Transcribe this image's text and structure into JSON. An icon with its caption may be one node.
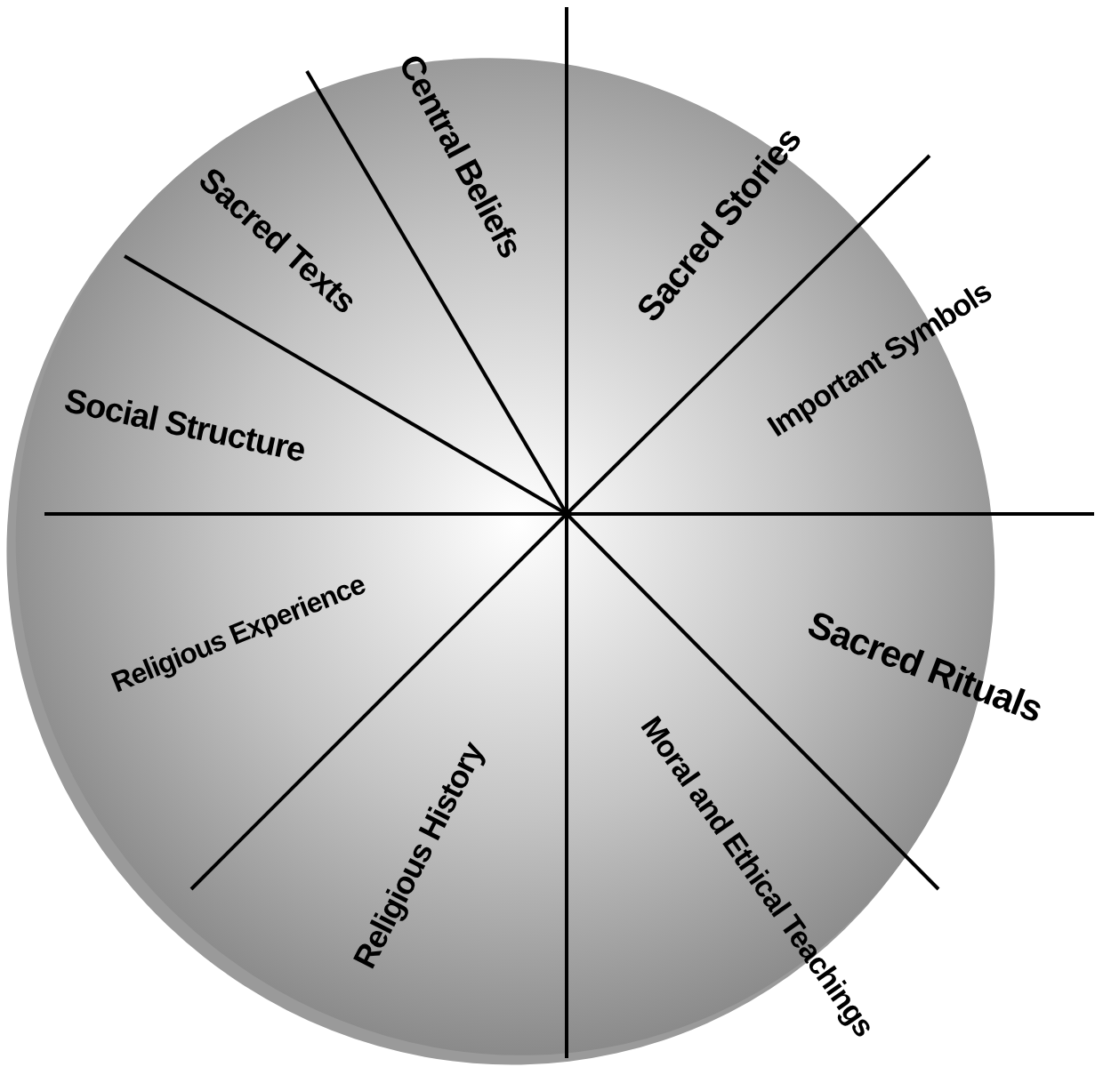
{
  "diagram": {
    "nodes": [
      {
        "text": [
          "Central Beliefs"
        ]
      },
      {
        "text": [
          "Sacred Stories"
        ]
      },
      {
        "text": [
          "Important Symbols"
        ]
      },
      {
        "text": [
          "Sacred Rituals"
        ]
      },
      {
        "text": [
          "Moral and Ethical Teachings"
        ]
      },
      {
        "text": [
          "Religious History"
        ]
      },
      {
        "text": [
          "Religious Experience"
        ]
      },
      {
        "text": [
          "Social Structure"
        ]
      },
      {
        "text": [
          "Sacred Texts"
        ]
      }
    ],
    "edges": []
  }
}
